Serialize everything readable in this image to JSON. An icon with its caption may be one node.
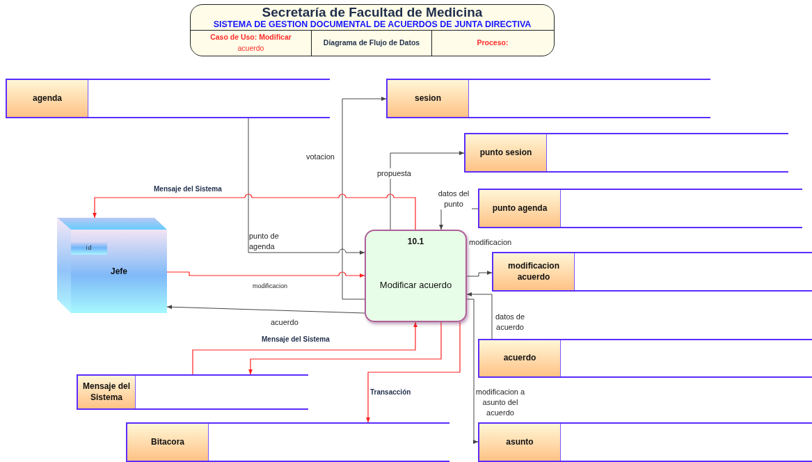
{
  "diagram": {
    "title": "Secretaría de Facultad de Medicina",
    "nodes": [
      {
        "text": [
          "agenda"
        ]
      },
      {
        "text": [
          "sesion"
        ]
      },
      {
        "text": [
          "punto sesion"
        ]
      },
      {
        "text": [
          "punto agenda"
        ]
      },
      {
        "text": [
          "Jefe"
        ]
      },
      {
        "text": [
          "id"
        ],
        "in": 4
      },
      {
        "text": [
          "10.1",
          "Modificar acuerdo"
        ]
      },
      {
        "text": [
          "modificacion acuerdo"
        ]
      },
      {
        "text": [
          "acuerdo"
        ]
      },
      {
        "text": [
          "Mensaje del Sistema"
        ]
      },
      {
        "text": [
          "Bitacora"
        ]
      },
      {
        "text": [
          "asunto"
        ]
      }
    ],
    "edges": [
      {
        "from": 0,
        "to": 6,
        "arrow": "to",
        "label": "punto de agenda"
      },
      {
        "from": 6,
        "to": 1,
        "arrow": "to",
        "label": "votacion"
      },
      {
        "from": 6,
        "to": 2,
        "arrow": "to",
        "label": "propuesta"
      },
      {
        "from": 3,
        "to": 6,
        "arrow": "to",
        "label": "datos del punto"
      },
      {
        "from": 6,
        "to": 7,
        "arrow": "to",
        "label": "modificacion"
      },
      {
        "from": 8,
        "to": 6,
        "arrow": "to",
        "label": "datos de acuerdo"
      },
      {
        "from": 6,
        "to": 11,
        "arrow": "to",
        "label": "modificacion a asunto del acuerdo"
      },
      {
        "from": 6,
        "to": 4,
        "arrow": "to",
        "label": "acuerdo"
      },
      {
        "from": 4,
        "to": 6,
        "arrow": "to",
        "label": "modificacion",
        "color": "#ff2020"
      },
      {
        "from": 6,
        "to": 4,
        "arrow": "to",
        "label": "Mensaje del Sistema",
        "color": "#ff2020"
      },
      {
        "from": 9,
        "to": 6,
        "arrow": "to",
        "label": "Mensaje del Sistema",
        "color": "#ff2020"
      },
      {
        "from": 6,
        "to": 9,
        "arrow": "to",
        "color": "#ff2020"
      },
      {
        "from": 6,
        "to": 10,
        "arrow": "to",
        "label": "Transacción",
        "color": "#ff2020"
      }
    ],
    "labels": [
      "SISTEMA DE GESTION DOCUMENTAL DE ACUERDOS DE JUNTA DIRECTIVA",
      "**Caso de Uso:  Modificar** acuerdo",
      "Diagrama de Flujo de Datos",
      "Proceso:"
    ]
  }
}
